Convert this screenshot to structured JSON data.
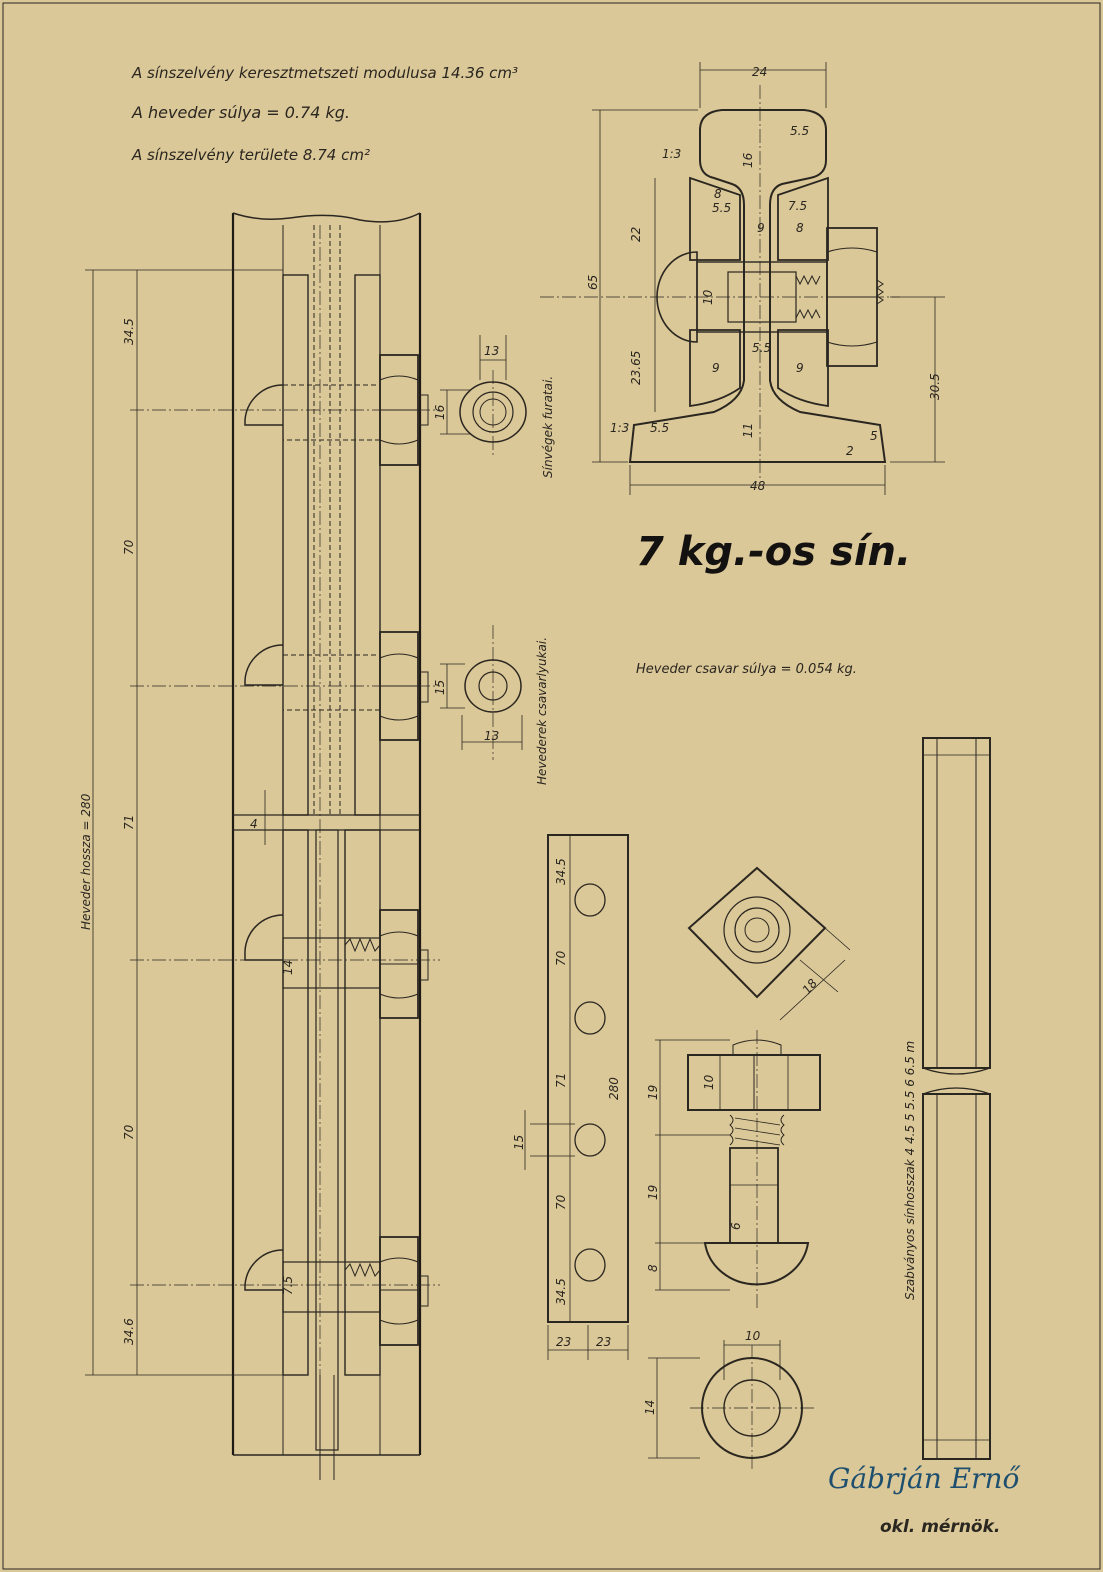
{
  "notes": {
    "modulus": "A sínszelvény keresztmetszeti modulusa 14.36 cm³",
    "fishplate_weight": "A heveder súlya = 0.74 kg.",
    "area": "A sínszelvény területe 8.74 cm²"
  },
  "title": "7 kg.-os sín.",
  "bolt_weight": "Heveder csavar súlya = 0.054 kg.",
  "labels": {
    "fishplate_length": "Heveder hossza = 280",
    "rail_end_holes": "Sínvégek furatai.",
    "fishplate_holes": "Hevederek csavarlyukai.",
    "rail_lengths": "Szabványos sínhosszak 4 4.5 5 5.5 6 6.5 m"
  },
  "dims": {
    "main": [
      "34.5",
      "70",
      "71",
      "70",
      "34.6",
      "4"
    ],
    "rail_hole": [
      "13",
      "16"
    ],
    "plate_hole": [
      "15",
      "13"
    ],
    "section": [
      "24",
      "5.5",
      "1:3",
      "16",
      "8",
      "5.5",
      "9",
      "7.5",
      "8",
      "22",
      "65",
      "10",
      "23.65",
      "5.5",
      "9",
      "9",
      "11",
      "1:3",
      "5.5",
      "5",
      "2",
      "48",
      "30.5"
    ],
    "strip": [
      "34.5",
      "70",
      "71",
      "280",
      "70",
      "34.5",
      "15",
      "23",
      "23"
    ],
    "bolt": [
      "18",
      "10",
      "19",
      "19",
      "6",
      "8",
      "10",
      "14"
    ],
    "inner": [
      "14",
      "7.5"
    ]
  },
  "signature": {
    "name": "Gábrján Ernő",
    "title": "okl. mérnök."
  }
}
